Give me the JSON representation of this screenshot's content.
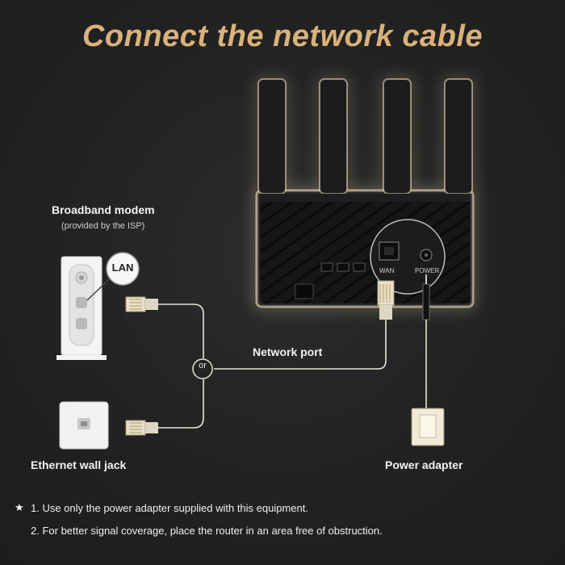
{
  "title": "Connect the network cable",
  "modem": {
    "label": "Broadband modem",
    "sublabel": "(provided by the ISP)",
    "port_label": "LAN"
  },
  "wall_jack": {
    "label": "Ethernet wall jack"
  },
  "junction": {
    "label": "or"
  },
  "network_port": {
    "label": "Network port"
  },
  "router": {
    "wan_label": "WAN",
    "power_label": "POWER"
  },
  "power_adapter": {
    "label": "Power adapter"
  },
  "notes": {
    "star_icon": "★",
    "line1": "1. Use only the power adapter supplied with this equipment.",
    "line2": "2. For better signal coverage, place the router in an area free of obstruction."
  },
  "colors": {
    "title": "#d9b27a",
    "cable": "#e8e2d4",
    "router_glow": "#ffe9c4"
  }
}
